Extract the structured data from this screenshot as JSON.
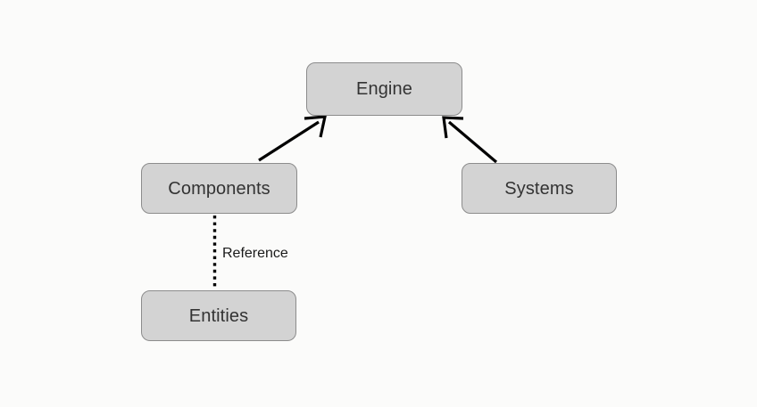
{
  "diagram": {
    "type": "flowchart",
    "background_color": "#fbfbfa",
    "node_fill_color": "#d3d3d3",
    "node_border_color": "#8c8c8c",
    "node_text_color": "#333333",
    "edge_color": "#000000",
    "nodes": [
      {
        "id": "engine",
        "label": "Engine"
      },
      {
        "id": "components",
        "label": "Components"
      },
      {
        "id": "systems",
        "label": "Systems"
      },
      {
        "id": "entities",
        "label": "Entities"
      }
    ],
    "edges": [
      {
        "from": "components",
        "to": "engine",
        "style": "solid",
        "arrow": "open-v",
        "label": ""
      },
      {
        "from": "systems",
        "to": "engine",
        "style": "solid",
        "arrow": "open-v",
        "label": ""
      },
      {
        "from": "entities",
        "to": "components",
        "style": "dotted",
        "arrow": "none",
        "label": "Reference"
      }
    ],
    "labels": {
      "reference": "Reference"
    }
  }
}
